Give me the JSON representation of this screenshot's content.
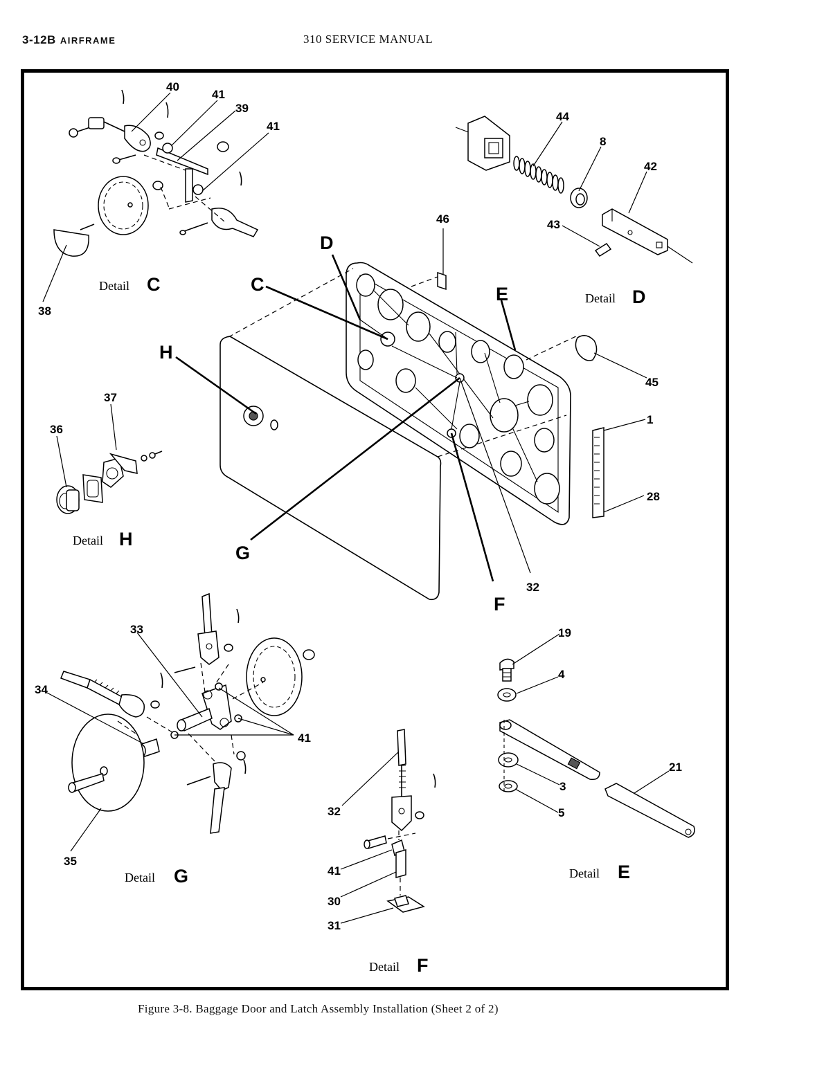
{
  "header": {
    "section": "3-12B",
    "category": "AIRFRAME",
    "manual_title": "310 SERVICE MANUAL"
  },
  "caption": "Figure 3-8.  Baggage Door and Latch Assembly Installation (Sheet 2 of 2)",
  "detail_word": "Detail",
  "details": {
    "C": {
      "letter": "C",
      "parts": [
        "40",
        "41",
        "39",
        "41",
        "38"
      ]
    },
    "D": {
      "letter": "D",
      "parts": [
        "44",
        "8",
        "42",
        "43"
      ]
    },
    "H": {
      "letter": "H",
      "parts": [
        "37",
        "36"
      ]
    },
    "G": {
      "letter": "G",
      "parts": [
        "33",
        "34",
        "41",
        "35"
      ]
    },
    "F": {
      "letter": "F",
      "parts": [
        "32",
        "41",
        "30",
        "31"
      ]
    },
    "E": {
      "letter": "E",
      "parts": [
        "19",
        "4",
        "3",
        "5",
        "21"
      ]
    }
  },
  "main_view": {
    "letters": [
      "D",
      "C",
      "E",
      "H",
      "G",
      "F"
    ],
    "parts": [
      "46",
      "45",
      "1",
      "28",
      "32"
    ]
  }
}
